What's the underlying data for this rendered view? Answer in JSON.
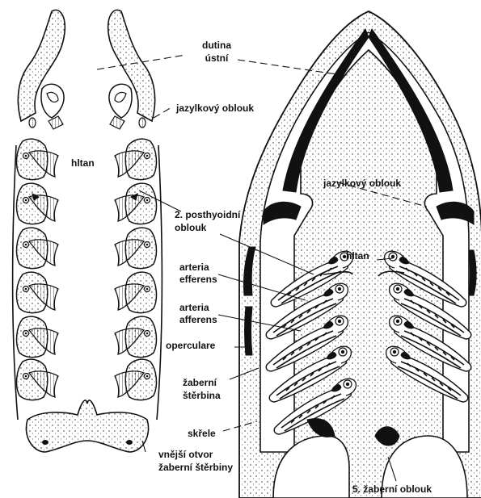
{
  "labels": {
    "oral_cavity_line1": "dutina",
    "oral_cavity_line2": "ústní",
    "hyoid_arch_left": "jazylkový oblouk",
    "pharynx_left": "hltan",
    "posthyoid_line1": "2. posthyoidní",
    "posthyoid_line2": "oblouk",
    "hyoid_arch_right": "jazylkový oblouk",
    "pharynx_right": "hltan",
    "efferent_line1": "arteria",
    "efferent_line2": "efferens",
    "afferent_line1": "arteria",
    "afferent_line2": "afferens",
    "operculum": "operculare",
    "gill_slit_line1": "žaberní",
    "gill_slit_line2": "štěrbina",
    "gill_cover": "skřele",
    "external_opening_line1": "vnější otvor",
    "external_opening_line2": "žaberní štěrbiny",
    "fifth_arch": "5. žaberní oblouk"
  },
  "colors": {
    "ink": "#111111",
    "background": "#ffffff"
  }
}
